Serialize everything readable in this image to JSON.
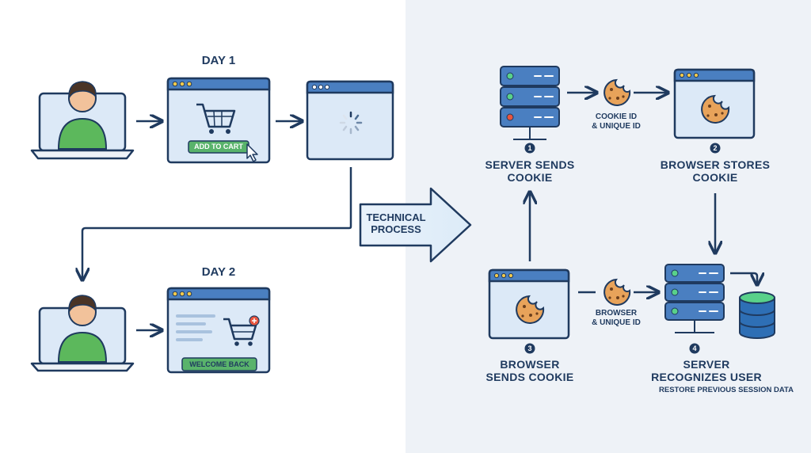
{
  "left": {
    "day1_label": "DAY 1",
    "day2_label": "DAY 2",
    "add_to_cart_label": "ADD TO CART",
    "welcome_back_label": "WELCOME BACK"
  },
  "center": {
    "arrow_label_line1": "TECHNICAL",
    "arrow_label_line2": "PROCESS"
  },
  "right": {
    "step1": {
      "number": "1",
      "line1": "SERVER SENDS",
      "line2": "COOKIE"
    },
    "step2": {
      "number": "2",
      "line1": "BROWSER STORES",
      "line2": "COOKIE"
    },
    "step3": {
      "number": "3",
      "line1": "BROWSER",
      "line2": "SENDS COOKIE"
    },
    "step4": {
      "number": "4",
      "line1": "SERVER",
      "line2": "RECOGNIZES USER",
      "sub": "RESTORE PREVIOUS SESSION DATA"
    },
    "cookie_id_line1": "COOKIE ID",
    "cookie_id_line2": "& UNIQUE ID",
    "browser_uid_line1": "BROWSER",
    "browser_uid_line2": "& UNIQUE ID"
  },
  "icons": {
    "user": "user-icon",
    "laptop": "laptop-icon",
    "cart": "shopping-cart-icon",
    "cursor": "mouse-cursor-icon",
    "spinner": "loading-spinner-icon",
    "server": "server-icon",
    "cookie": "cookie-icon",
    "database": "database-icon"
  },
  "colors": {
    "outline": "#1f3a5f",
    "window_bar": "#4a7fc1",
    "screen": "#dce9f7",
    "person": "#5cb85c",
    "skin": "#f2c29b",
    "hair": "#4a3426",
    "cookie": "#e8a35a",
    "right_bg": "#eef2f7",
    "db": "#2e6fb5",
    "cart_button": "#59b36b"
  }
}
